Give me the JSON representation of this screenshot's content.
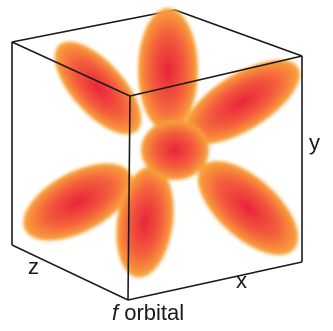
{
  "figure": {
    "axes": {
      "x": "x",
      "y": "y",
      "z": "z"
    },
    "caption": {
      "letter": "f",
      "word": "orbital"
    },
    "colors": {
      "lobe_core": "#e8233a",
      "lobe_mid": "#f4603c",
      "lobe_edge": "#f8c43a",
      "cube_line": "#1a1a1a"
    },
    "lobe_count": 7
  }
}
